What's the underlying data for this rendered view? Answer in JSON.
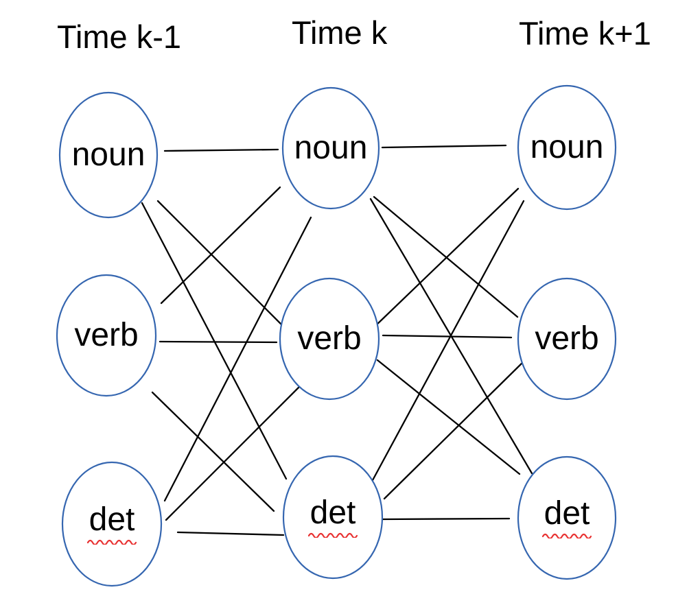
{
  "diagram": {
    "type": "trellis",
    "description": "Fully connected trellis of part-of-speech states across three time steps",
    "columns": [
      {
        "header": "Time k-1",
        "nodes": [
          {
            "label": "noun",
            "spellcheck_underline": false
          },
          {
            "label": "verb",
            "spellcheck_underline": false
          },
          {
            "label": "det",
            "spellcheck_underline": true
          }
        ]
      },
      {
        "header": "Time k",
        "nodes": [
          {
            "label": "noun",
            "spellcheck_underline": false
          },
          {
            "label": "verb",
            "spellcheck_underline": false
          },
          {
            "label": "det",
            "spellcheck_underline": true
          }
        ]
      },
      {
        "header": "Time k+1",
        "nodes": [
          {
            "label": "noun",
            "spellcheck_underline": false
          },
          {
            "label": "verb",
            "spellcheck_underline": false
          },
          {
            "label": "det",
            "spellcheck_underline": true
          }
        ]
      }
    ],
    "edges": [
      {
        "from": "Time k-1 / noun",
        "to": "Time k / noun"
      },
      {
        "from": "Time k-1 / noun",
        "to": "Time k / verb"
      },
      {
        "from": "Time k-1 / noun",
        "to": "Time k / det"
      },
      {
        "from": "Time k-1 / verb",
        "to": "Time k / noun"
      },
      {
        "from": "Time k-1 / verb",
        "to": "Time k / verb"
      },
      {
        "from": "Time k-1 / verb",
        "to": "Time k / det"
      },
      {
        "from": "Time k-1 / det",
        "to": "Time k / noun"
      },
      {
        "from": "Time k-1 / det",
        "to": "Time k / verb"
      },
      {
        "from": "Time k-1 / det",
        "to": "Time k / det"
      },
      {
        "from": "Time k / noun",
        "to": "Time k+1 / noun"
      },
      {
        "from": "Time k / noun",
        "to": "Time k+1 / verb"
      },
      {
        "from": "Time k / noun",
        "to": "Time k+1 / det"
      },
      {
        "from": "Time k / verb",
        "to": "Time k+1 / noun"
      },
      {
        "from": "Time k / verb",
        "to": "Time k+1 / verb"
      },
      {
        "from": "Time k / verb",
        "to": "Time k+1 / det"
      },
      {
        "from": "Time k / det",
        "to": "Time k+1 / noun"
      },
      {
        "from": "Time k / det",
        "to": "Time k+1 / verb"
      },
      {
        "from": "Time k / det",
        "to": "Time k+1 / det"
      }
    ],
    "colors": {
      "node_outline": "#3566b0",
      "edge": "#000000",
      "text": "#000000",
      "spellcheck_underline": "#e83030",
      "background": "#ffffff"
    }
  }
}
